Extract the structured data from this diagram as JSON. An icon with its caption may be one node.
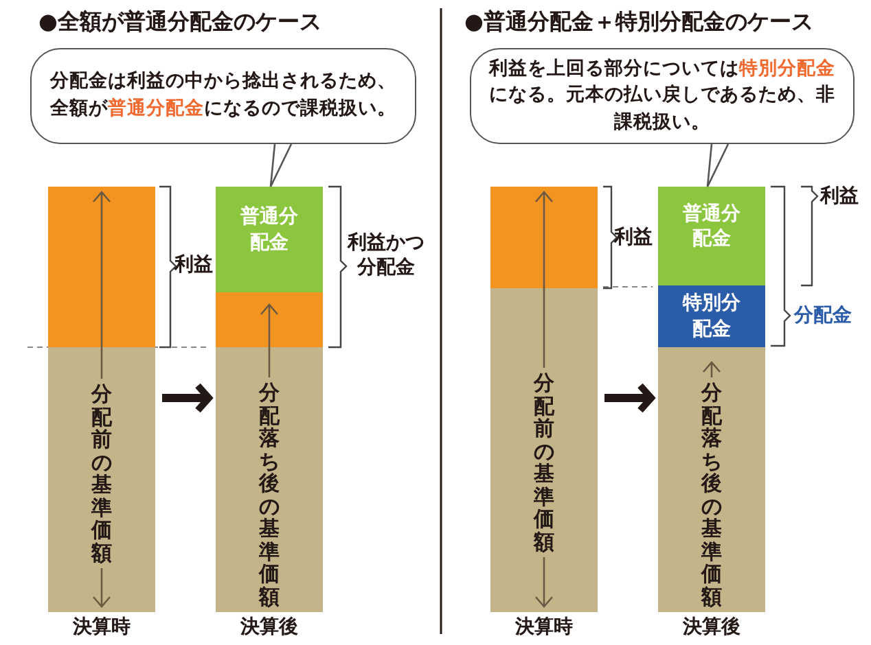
{
  "diagram": {
    "nodes": [
      {
        "text": [
          "分配金は利益の中から捻出されるため、全額が**普通分配金**になるので課税扱い。"
        ]
      },
      {
        "text": [
          "分配前の基準価額"
        ],
        "beside": [
          "決算時"
        ]
      },
      {
        "text": [
          "分配落ち後の基準価額"
        ],
        "beside": [
          "決算後"
        ]
      },
      {
        "text": [
          "普通分配金"
        ],
        "in": 2
      },
      {
        "text": [
          "利益を上回る部分については**特別分配金**になる。元本の払い戻しであるため、非課税扱い。"
        ]
      },
      {
        "text": [
          "分配前の基準価額"
        ],
        "beside": [
          "決算時"
        ]
      },
      {
        "text": [
          "分配落ち後の基準価額"
        ],
        "beside": [
          "決算後"
        ]
      },
      {
        "text": [
          "普通分配金"
        ],
        "in": 6
      },
      {
        "text": [
          "特別分配金"
        ],
        "in": 6
      }
    ],
    "edges": [
      {
        "from": 0,
        "to": 3,
        "arrow": "none"
      },
      {
        "from": 1,
        "to": 2,
        "arrow": "to",
        "style": "thick"
      },
      {
        "from": 4,
        "to": 7,
        "arrow": "none"
      },
      {
        "from": 5,
        "to": 6,
        "arrow": "to",
        "style": "thick"
      }
    ],
    "labels": [
      "●全額が普通分配金のケース",
      "利益",
      "利益かつ分配金",
      "●普通分配金＋特別分配金のケース",
      "利益",
      "利益",
      "分配金"
    ]
  }
}
